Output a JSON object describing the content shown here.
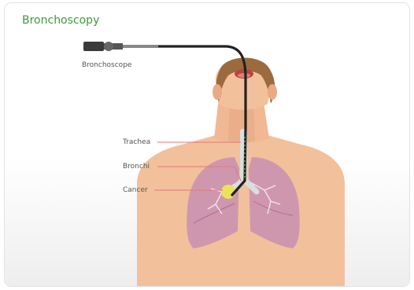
{
  "title": "Bronchoscopy",
  "labels": {
    "bronchoscope": "Bronchoscope",
    "trachea": "Trachea",
    "bronchi": "Bronchi",
    "cancer": "Cancer"
  },
  "colors": {
    "title": "#3f9b3a",
    "skin": "#f3c09c",
    "skin_shade": "#e3a681",
    "hair": "#9b6a3f",
    "lung": "#c88fb2",
    "tumor": "#e7e35a",
    "label_line": "#e0787a",
    "scope": "#222222"
  }
}
